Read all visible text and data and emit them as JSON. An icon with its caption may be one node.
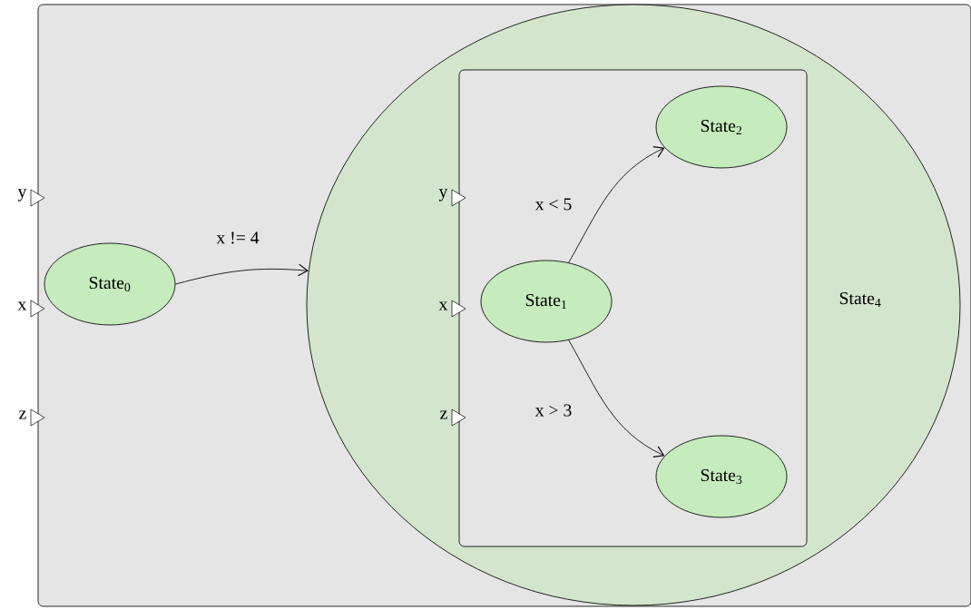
{
  "diagram": {
    "nodes": [
      {
        "text": [],
        "shape": "box"
      },
      {
        "text": [
          "State$_{0}$"
        ],
        "in": 0
      },
      {
        "text": [
          "State$_{4}$"
        ],
        "in": 0
      },
      {
        "text": [],
        "shape": "box",
        "in": 2
      },
      {
        "text": [
          "State$_{1}$"
        ],
        "in": 3
      },
      {
        "text": [
          "State$_{2}$"
        ],
        "in": 3
      },
      {
        "text": [
          "State$_{3}$"
        ],
        "in": 3
      }
    ],
    "edges": [
      {
        "from": 1,
        "to": 2,
        "arrow": "to",
        "label": "x != 4"
      },
      {
        "from": 4,
        "to": 5,
        "arrow": "to",
        "label": "x < 5"
      },
      {
        "from": 4,
        "to": 6,
        "arrow": "to",
        "label": "x > 3"
      }
    ],
    "labels": [
      "y",
      "x",
      "z",
      "y",
      "x",
      "z"
    ]
  }
}
